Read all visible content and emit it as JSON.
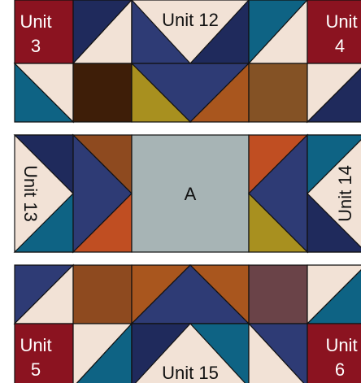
{
  "colors": {
    "cream": "#F2E2D6",
    "navy": "#2E3B75",
    "darknavy": "#1F2A5C",
    "teal": "#0E6384",
    "maroon": "#8B1320",
    "darkbrown": "#3E1E08",
    "mustard": "#A8901F",
    "rust": "#A9561E",
    "brown": "#845225",
    "sienna": "#8E4A1F",
    "orange": "#C04E22",
    "gray": "#A7B4B5",
    "plum": "#6A4348"
  },
  "labels": {
    "unit3_a": "Unit",
    "unit3_b": "3",
    "unit4_a": "Unit",
    "unit4_b": "4",
    "unit12": "Unit 12",
    "unit13": "Unit 13",
    "unit14": "Unit 14",
    "center_a": "A",
    "unit5_a": "Unit",
    "unit5_b": "5",
    "unit6_a": "Unit",
    "unit6_b": "6",
    "unit15": "Unit 15"
  }
}
